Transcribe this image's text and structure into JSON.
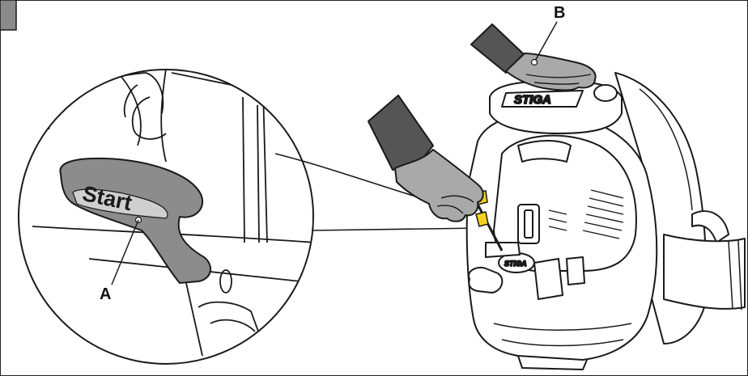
{
  "labels": {
    "a": "A",
    "b": "B"
  },
  "handle": {
    "text": "Start"
  },
  "brand": {
    "name": "STIGA"
  },
  "colors": {
    "glove": "#a9a9a9",
    "sleeve": "#555555",
    "handle": "#8c8c8c",
    "step_tab": "#8a8a8a",
    "outline": "#1a1a1a",
    "tool_tip": "#f2d21b"
  }
}
